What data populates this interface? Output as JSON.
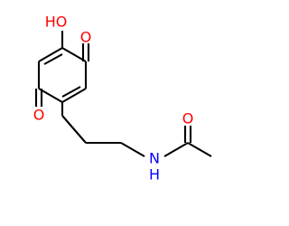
{
  "molecule": {
    "colors": {
      "oxygen": "#ff0000",
      "nitrogen": "#0000ff",
      "carbon_bond": "#000000"
    },
    "atoms": {
      "hydroxyl": "HO",
      "quinone_o_top": "O",
      "quinone_o_bottom": "O",
      "amide_o": "O",
      "amide_n": "N",
      "amide_h": "H"
    }
  }
}
